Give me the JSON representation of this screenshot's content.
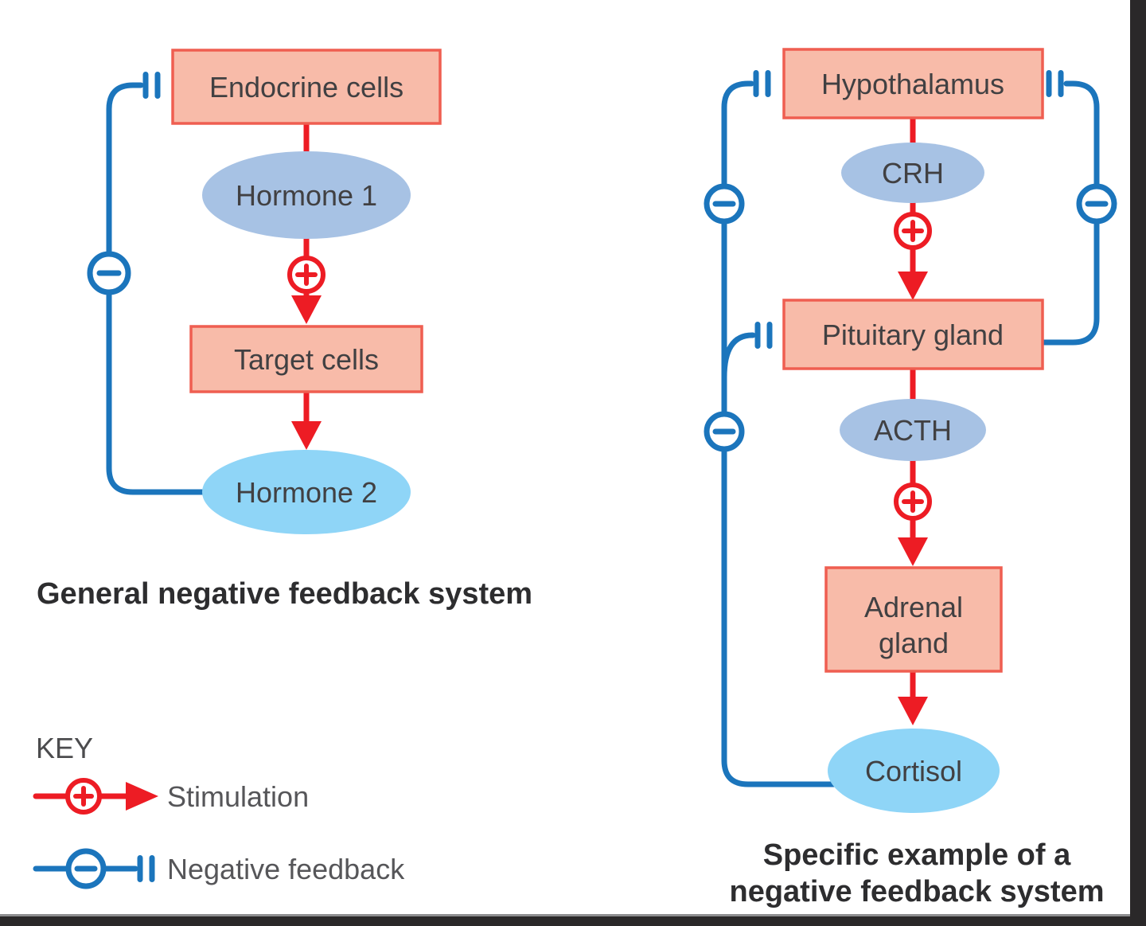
{
  "figure": {
    "left_diagram": {
      "caption": "General negative feedback system",
      "nodes": {
        "endocrine_cells": "Endocrine cells",
        "hormone_1": "Hormone 1",
        "target_cells": "Target cells",
        "hormone_2": "Hormone 2"
      }
    },
    "right_diagram": {
      "caption_line_1": "Specific example of a",
      "caption_line_2": "negative feedback system",
      "nodes": {
        "hypothalamus": "Hypothalamus",
        "crh": "CRH",
        "pituitary_gland": "Pituitary gland",
        "acth": "ACTH",
        "adrenal_gland_line_1": "Adrenal",
        "adrenal_gland_line_2": "gland",
        "cortisol": "Cortisol"
      }
    },
    "key": {
      "title": "KEY",
      "stimulation_label": "Stimulation",
      "negative_feedback_label": "Negative feedback"
    },
    "colors": {
      "stimulation_red": "#ed1c24",
      "feedback_blue": "#1b75bc",
      "box_fill": "#f8bba9",
      "box_border": "#ef5e51",
      "hormone_ellipse_fill": "#a7c2e4",
      "final_hormone_ellipse_fill": "#8fd5f7",
      "label_text": "#414042",
      "frame_black": "#2a2829"
    },
    "icons": {
      "plus_circle": "stimulation-plus-icon",
      "minus_circle": "negative-feedback-minus-icon",
      "tack": "inhibition-tack-icon",
      "arrowhead": "flow-arrowhead-icon"
    }
  }
}
